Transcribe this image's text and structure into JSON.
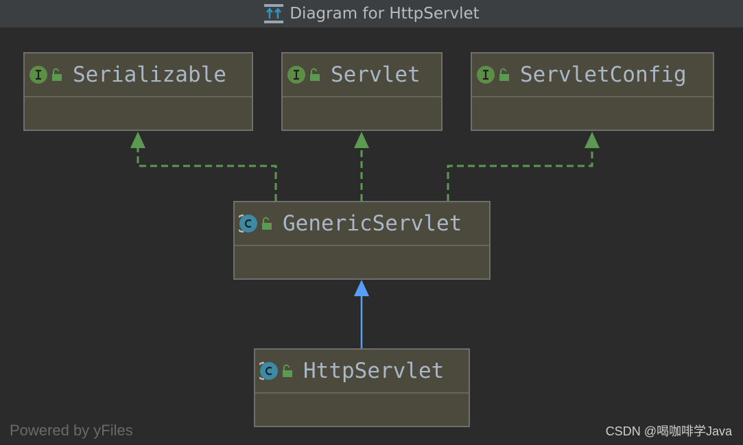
{
  "window": {
    "title": "Diagram for HttpServlet",
    "icon": "class-hierarchy-diagram-icon"
  },
  "nodes": [
    {
      "id": "serializable",
      "label": "Serializable",
      "kind": "interface",
      "kind_icon": "interface-icon",
      "visibility_icon": "public-lock-icon"
    },
    {
      "id": "servlet",
      "label": "Servlet",
      "kind": "interface",
      "kind_icon": "interface-icon",
      "visibility_icon": "public-lock-icon"
    },
    {
      "id": "servletconfig",
      "label": "ServletConfig",
      "kind": "interface",
      "kind_icon": "interface-icon",
      "visibility_icon": "public-lock-icon"
    },
    {
      "id": "genericservlet",
      "label": "GenericServlet",
      "kind": "abstract-class",
      "kind_icon": "abstract-class-icon",
      "visibility_icon": "public-lock-icon"
    },
    {
      "id": "httpservlet",
      "label": "HttpServlet",
      "kind": "abstract-class",
      "kind_icon": "abstract-class-icon",
      "visibility_icon": "public-lock-icon"
    }
  ],
  "edges": [
    {
      "from": "GenericServlet",
      "to": "Serializable",
      "type": "implements"
    },
    {
      "from": "GenericServlet",
      "to": "Servlet",
      "type": "implements"
    },
    {
      "from": "GenericServlet",
      "to": "ServletConfig",
      "type": "implements"
    },
    {
      "from": "HttpServlet",
      "to": "GenericServlet",
      "type": "extends"
    }
  ],
  "colors": {
    "background": "#2b2b2b",
    "titlebar": "#3c3f41",
    "node_fill": "#4c4a3d",
    "node_border": "#6f6f6f",
    "label_text": "#a9b7c6",
    "implements_edge": "#5c9a52",
    "extends_edge": "#589df6",
    "interface_badge": "#5c8f45",
    "class_badge": "#3d8aa4"
  },
  "footer": {
    "powered_by": "Powered by yFiles",
    "watermark": "CSDN @喝咖啡学Java"
  }
}
